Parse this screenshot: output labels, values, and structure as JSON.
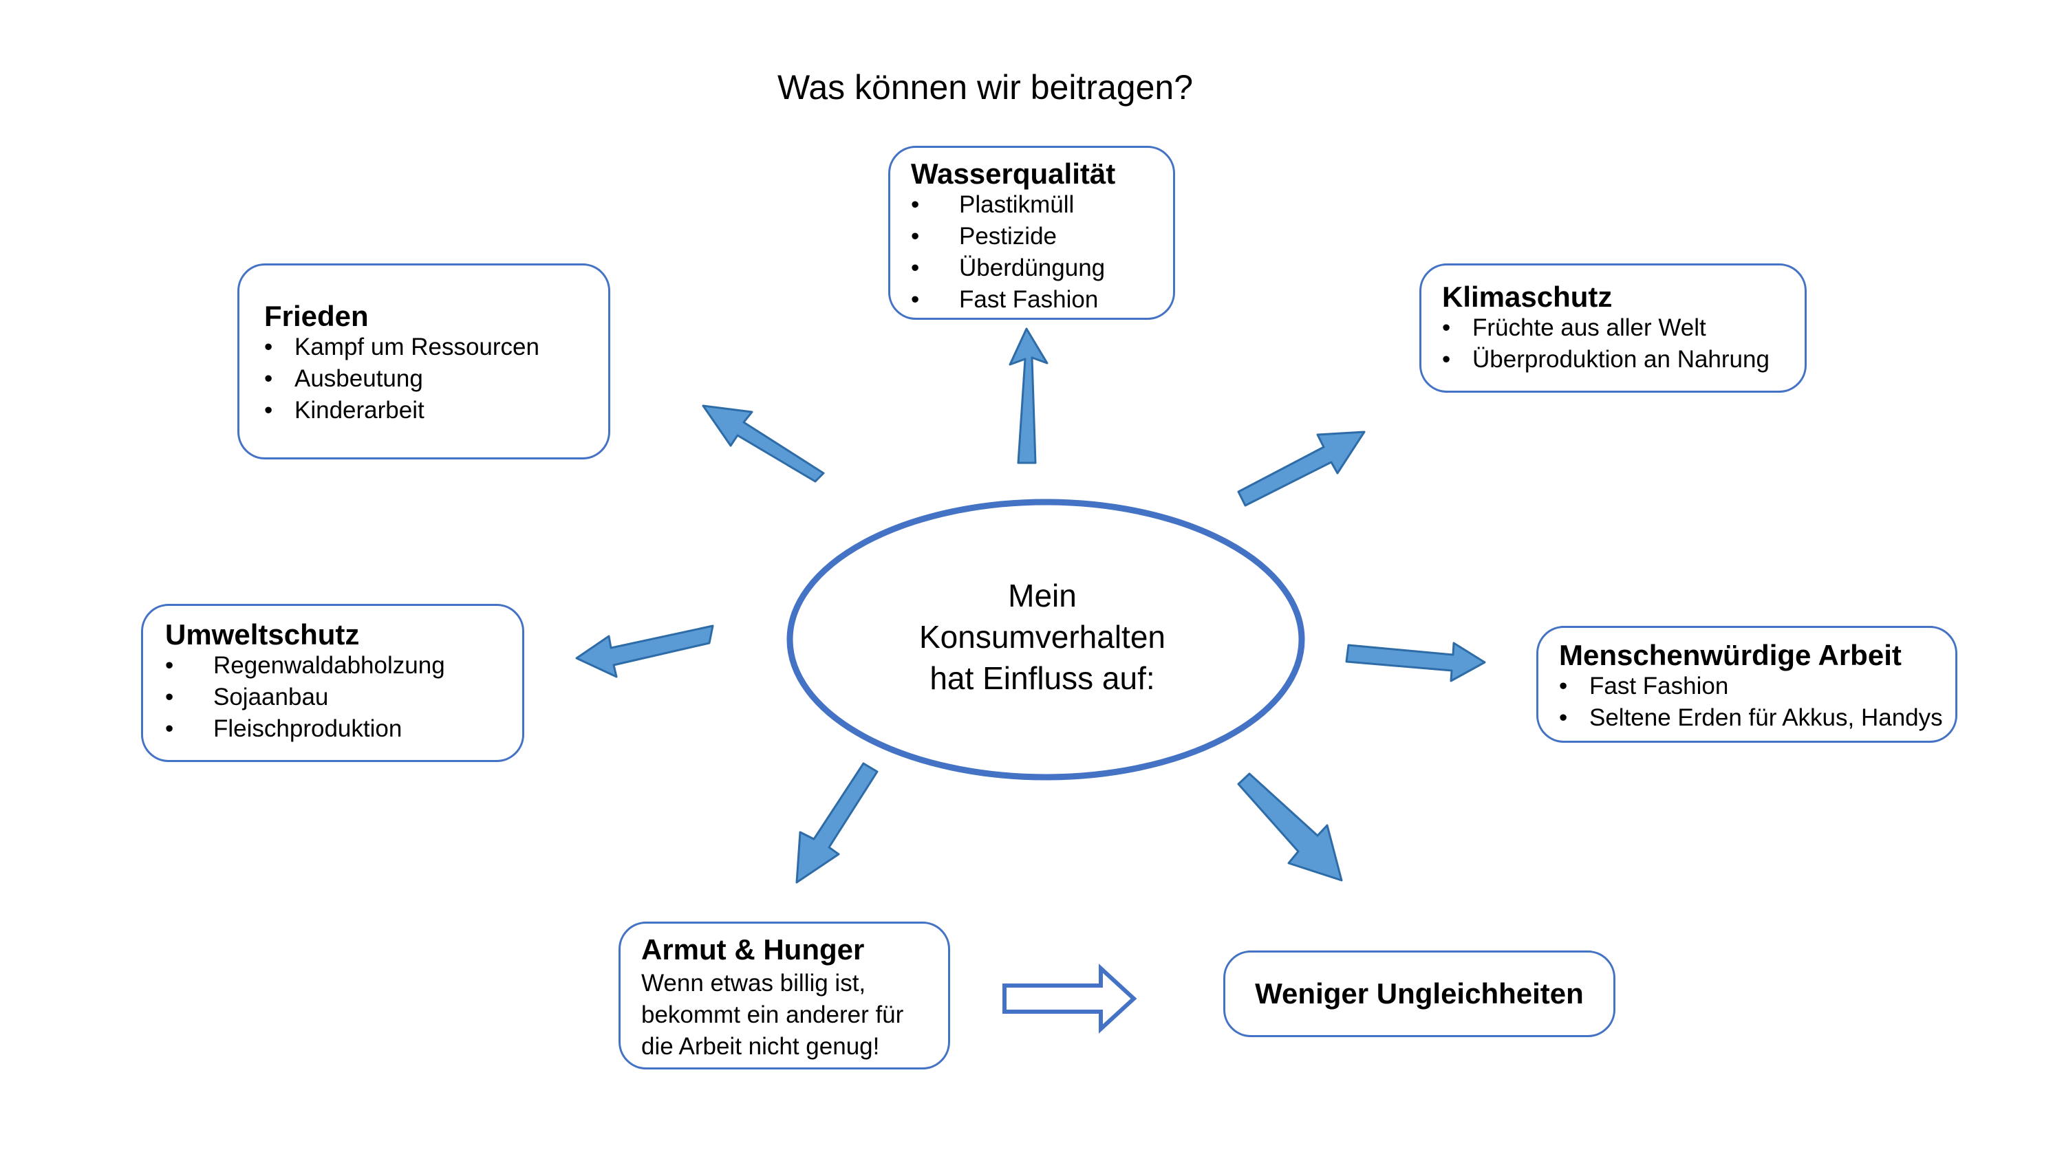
{
  "title": "Was können wir beitragen?",
  "center": {
    "lines": [
      "Mein",
      "Konsumverhalten",
      "hat Einfluss auf:"
    ]
  },
  "boxes": {
    "wasser": {
      "title": "Wasserqualität",
      "items": [
        "Plastikmüll",
        "Pestizide",
        "Überdüngung",
        "Fast Fashion"
      ]
    },
    "frieden": {
      "title": "Frieden",
      "items": [
        "Kampf um Ressourcen",
        "Ausbeutung",
        "Kinderarbeit"
      ]
    },
    "klima": {
      "title": "Klimaschutz",
      "items": [
        "Früchte aus aller Welt",
        "Überproduktion an Nahrung"
      ]
    },
    "umwelt": {
      "title": "Umweltschutz",
      "items": [
        "Regenwaldabholzung",
        "Sojaanbau",
        "Fleischproduktion"
      ]
    },
    "arbeit": {
      "title": "Menschenwürdige Arbeit",
      "items": [
        "Fast Fashion",
        "Seltene Erden für Akkus, Handys"
      ]
    },
    "armut": {
      "title": "Armut & Hunger",
      "lines": [
        "Wenn etwas billig ist,",
        "bekommt ein anderer für",
        "die Arbeit nicht genug!"
      ]
    },
    "ungleich": {
      "title": "Weniger Ungleichheiten"
    }
  },
  "colors": {
    "border": "#4472c4",
    "arrow_fill": "#5b9bd5",
    "arrow_stroke": "#2e6ca8",
    "ellipse": "#4472c4"
  }
}
